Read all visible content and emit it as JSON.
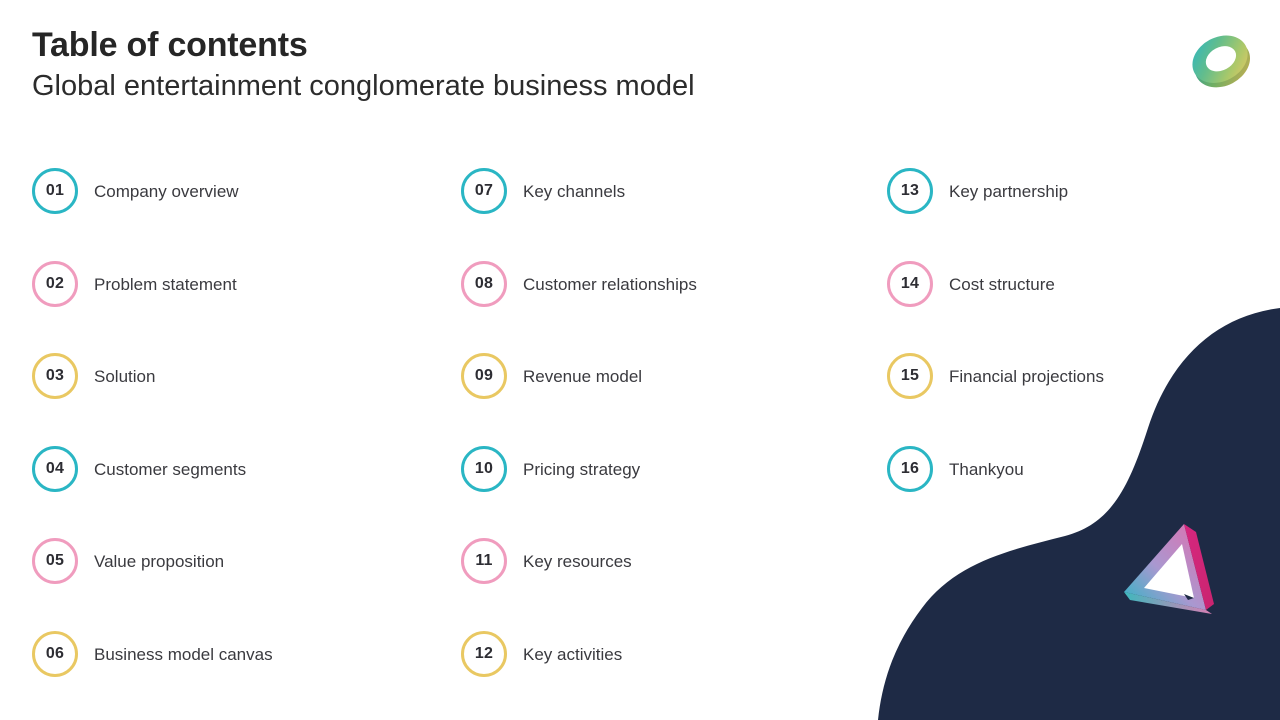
{
  "header": {
    "title": "Table of contents",
    "subtitle": "Global entertainment conglomerate business model"
  },
  "logo": {
    "name": "ring-logo",
    "gradient_from": "#2ab6c4",
    "gradient_mid": "#7fbf6a",
    "gradient_to": "#e9c862"
  },
  "colors": {
    "teal": "#2ab6c4",
    "pink": "#f09cbe",
    "yellow": "#e9c862",
    "navy": "#1e2a45",
    "text_dark": "#262626",
    "text_body": "#3a3a3f",
    "number": "#2d2d33",
    "background": "#ffffff",
    "triangle_from": "#2ab6c4",
    "triangle_to": "#d6277f"
  },
  "decor": {
    "blob_name": "navy-blob-shape",
    "triangle_name": "gradient-triangle-shape"
  },
  "toc": {
    "columns": [
      {
        "items": [
          {
            "number": "01",
            "label": "Company overview",
            "color": "teal"
          },
          {
            "number": "02",
            "label": "Problem statement",
            "color": "pink"
          },
          {
            "number": "03",
            "label": "Solution",
            "color": "yellow"
          },
          {
            "number": "04",
            "label": "Customer segments",
            "color": "teal"
          },
          {
            "number": "05",
            "label": "Value proposition",
            "color": "pink"
          },
          {
            "number": "06",
            "label": "Business model canvas",
            "color": "yellow"
          }
        ]
      },
      {
        "items": [
          {
            "number": "07",
            "label": "Key channels",
            "color": "teal"
          },
          {
            "number": "08",
            "label": "Customer relationships",
            "color": "pink"
          },
          {
            "number": "09",
            "label": "Revenue model",
            "color": "yellow"
          },
          {
            "number": "10",
            "label": "Pricing strategy",
            "color": "teal"
          },
          {
            "number": "11",
            "label": "Key resources",
            "color": "pink"
          },
          {
            "number": "12",
            "label": "Key activities",
            "color": "yellow"
          }
        ]
      },
      {
        "items": [
          {
            "number": "13",
            "label": "Key partnership",
            "color": "teal"
          },
          {
            "number": "14",
            "label": "Cost structure",
            "color": "pink"
          },
          {
            "number": "15",
            "label": "Financial projections",
            "color": "yellow"
          },
          {
            "number": "16",
            "label": "Thankyou",
            "color": "teal"
          }
        ]
      }
    ]
  }
}
